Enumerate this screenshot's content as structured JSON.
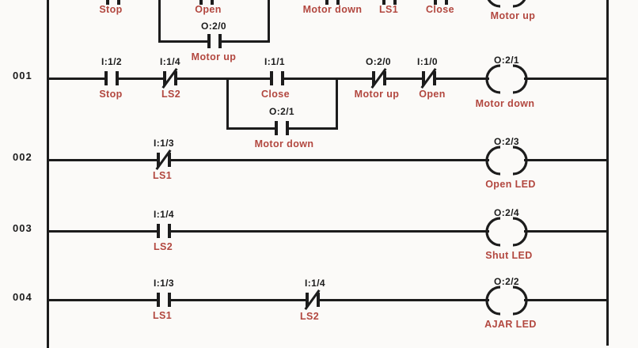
{
  "diagram": {
    "kind": "PLC ladder logic",
    "colors": {
      "line": "#1c1c1c",
      "address_text": "#1c1c1c",
      "tag_text": "#b2473f",
      "background": "#fbfaf8"
    }
  },
  "rungs": [
    {
      "name": "rung-000",
      "number": "",
      "elements": [
        {
          "type": "contact-partial",
          "tag": "Stop"
        },
        {
          "type": "contact-partial",
          "tag": "Open"
        },
        {
          "type": "contact-no-branch",
          "address": "O:2/0",
          "tag": "Motor up"
        },
        {
          "type": "contact-partial",
          "tag": "Motor down"
        },
        {
          "type": "contact-partial",
          "tag": "LS1"
        },
        {
          "type": "contact-partial",
          "tag": "Close"
        },
        {
          "type": "coil-partial",
          "tag": "Motor up"
        }
      ]
    },
    {
      "name": "rung-001",
      "number": "001",
      "elements": [
        {
          "type": "contact-no",
          "address": "I:1/2",
          "tag": "Stop"
        },
        {
          "type": "contact-nc",
          "address": "I:1/4",
          "tag": "LS2"
        },
        {
          "type": "contact-no",
          "address": "I:1/1",
          "tag": "Close"
        },
        {
          "type": "contact-no-branch",
          "address": "O:2/1",
          "tag": "Motor down"
        },
        {
          "type": "contact-nc",
          "address": "O:2/0",
          "tag": "Motor up"
        },
        {
          "type": "contact-nc",
          "address": "I:1/0",
          "tag": "Open"
        },
        {
          "type": "coil",
          "address": "O:2/1",
          "tag": "Motor down"
        }
      ]
    },
    {
      "name": "rung-002",
      "number": "002",
      "elements": [
        {
          "type": "contact-nc",
          "address": "I:1/3",
          "tag": "LS1"
        },
        {
          "type": "coil",
          "address": "O:2/3",
          "tag": "Open LED"
        }
      ]
    },
    {
      "name": "rung-003",
      "number": "003",
      "elements": [
        {
          "type": "contact-no",
          "address": "I:1/4",
          "tag": "LS2"
        },
        {
          "type": "coil",
          "address": "O:2/4",
          "tag": "Shut LED"
        }
      ]
    },
    {
      "name": "rung-004",
      "number": "004",
      "elements": [
        {
          "type": "contact-no",
          "address": "I:1/3",
          "tag": "LS1"
        },
        {
          "type": "contact-nc",
          "address": "I:1/4",
          "tag": "LS2"
        },
        {
          "type": "coil",
          "address": "O:2/2",
          "tag": "AJAR LED"
        }
      ]
    }
  ]
}
